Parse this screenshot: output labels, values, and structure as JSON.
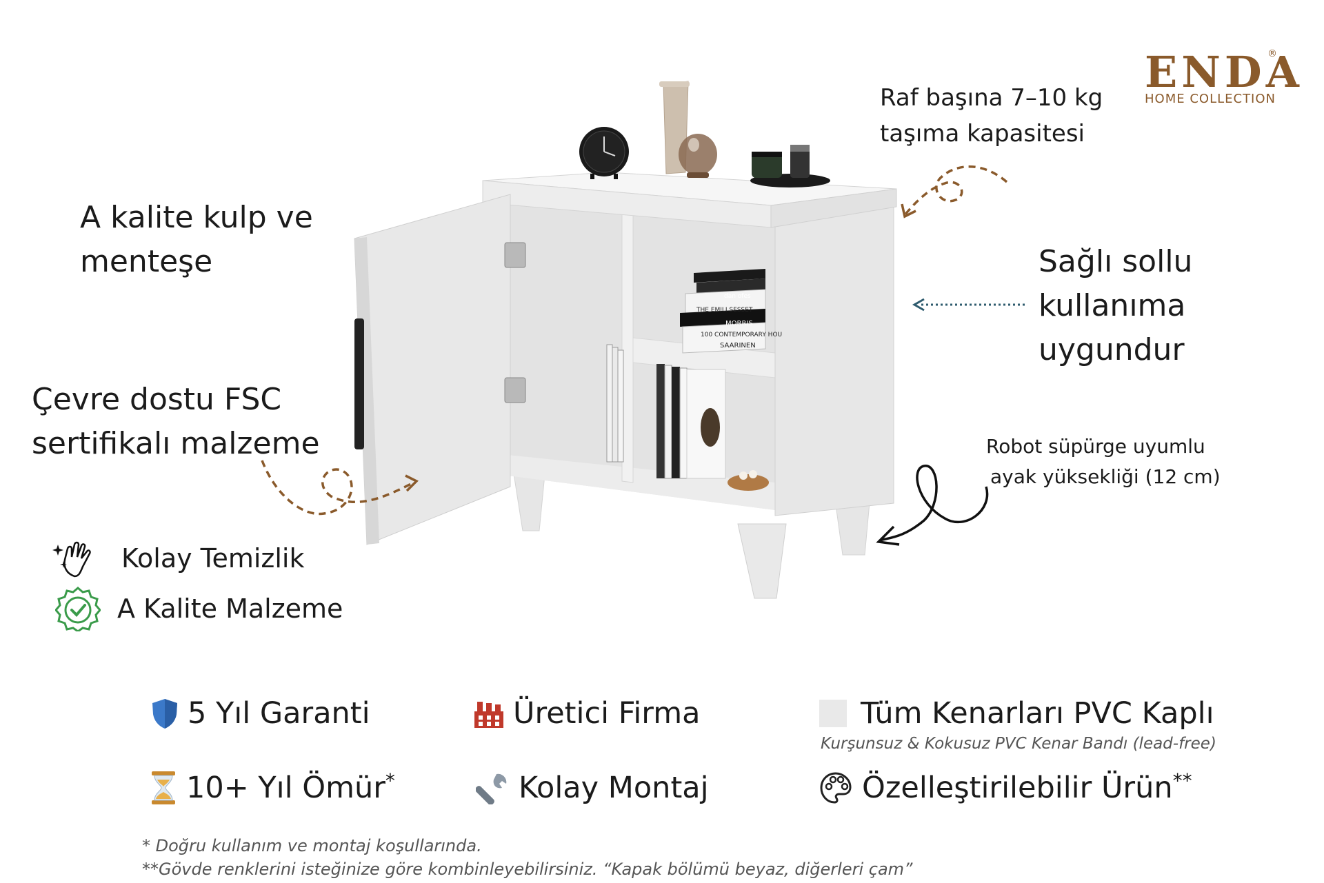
{
  "brand": {
    "name": "ENDA",
    "registered": "®",
    "tagline": "HOME COLLECTION",
    "color": "#8a5a2b"
  },
  "callouts": {
    "handle_hinge": [
      "A kalite kulp ve",
      "menteşe"
    ],
    "fsc": [
      "Çevre dostu FSC",
      "sertifikalı malzeme"
    ],
    "capacity": [
      "Raf başına 7–10 kg",
      "taşıma kapasitesi"
    ],
    "sides": [
      "Sağlı sollu",
      "kullanıma",
      "uygundur"
    ],
    "robot": [
      "Robot süpürge uyumlu",
      "ayak yüksekliği (12 cm)"
    ]
  },
  "badges": [
    {
      "label": "Kolay Temizlik",
      "icon": "hand-sparkle-icon"
    },
    {
      "label": "A Kalite Malzeme",
      "icon": "quality-check-icon"
    }
  ],
  "features": {
    "warranty": {
      "label": "5 Yıl Garanti",
      "icon": "shield-icon"
    },
    "manufacturer": {
      "label": "Üretici Firma",
      "icon": "factory-icon"
    },
    "pvc": {
      "label": "Tüm Kenarları PVC Kaplı",
      "sub": "Kurşunsuz & Kokusuz PVC Kenar Bandı (lead-free)",
      "icon": "square-icon"
    },
    "lifetime": {
      "label": "10+ Yıl Ömür",
      "mark": "*",
      "icon": "hourglass-icon"
    },
    "assembly": {
      "label": "Kolay Montaj",
      "icon": "wrench-icon"
    },
    "custom": {
      "label": "Özelleştirilebilir Ürün",
      "mark": "**",
      "icon": "palette-icon"
    }
  },
  "notes": [
    "* Doğru kullanım ve montaj koşullarında.",
    "**Gövde renklerini isteğinize göre kombinleyebilirsiniz. “Kapak bölümü beyaz, diğerleri çam”"
  ],
  "books": {
    "top": [
      "dan ofes",
      "THE EMILI SESSET",
      "MORRIS",
      "100 CONTEMPORARY HOU",
      "SAARINEN"
    ]
  }
}
